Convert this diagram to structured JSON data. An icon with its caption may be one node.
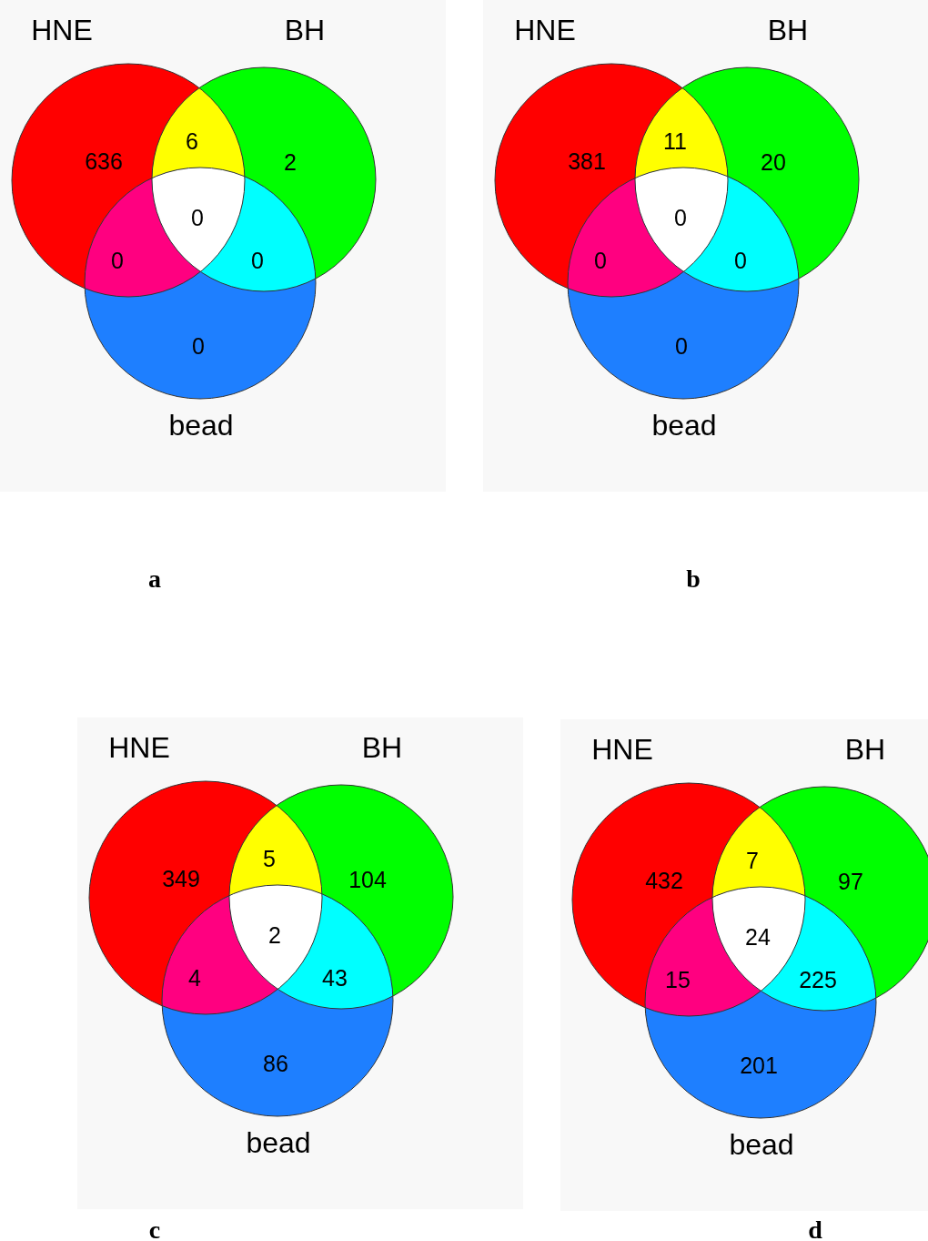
{
  "diagram": {
    "nodes": [
      {
        "text": [
          "HNE"
        ]
      },
      {
        "text": [
          "BH"
        ]
      },
      {
        "text": [
          "bead"
        ]
      },
      {
        "text": [
          "HNE"
        ]
      },
      {
        "text": [
          "BH"
        ]
      },
      {
        "text": [
          "bead"
        ]
      },
      {
        "text": [
          "HNE"
        ]
      },
      {
        "text": [
          "BH"
        ]
      },
      {
        "text": [
          "bead"
        ]
      },
      {
        "text": [
          "HNE"
        ]
      },
      {
        "text": [
          "BH"
        ]
      },
      {
        "text": [
          "bead"
        ]
      }
    ],
    "labels": [
      "636",
      "6",
      "2",
      "0",
      "0",
      "0",
      "0",
      "a",
      "381",
      "11",
      "20",
      "0",
      "0",
      "0",
      "0",
      "b",
      "349",
      "5",
      "104",
      "2",
      "4",
      "43",
      "86",
      "c",
      "432",
      "7",
      "97",
      "24",
      "15",
      "225",
      "201",
      "d"
    ]
  }
}
